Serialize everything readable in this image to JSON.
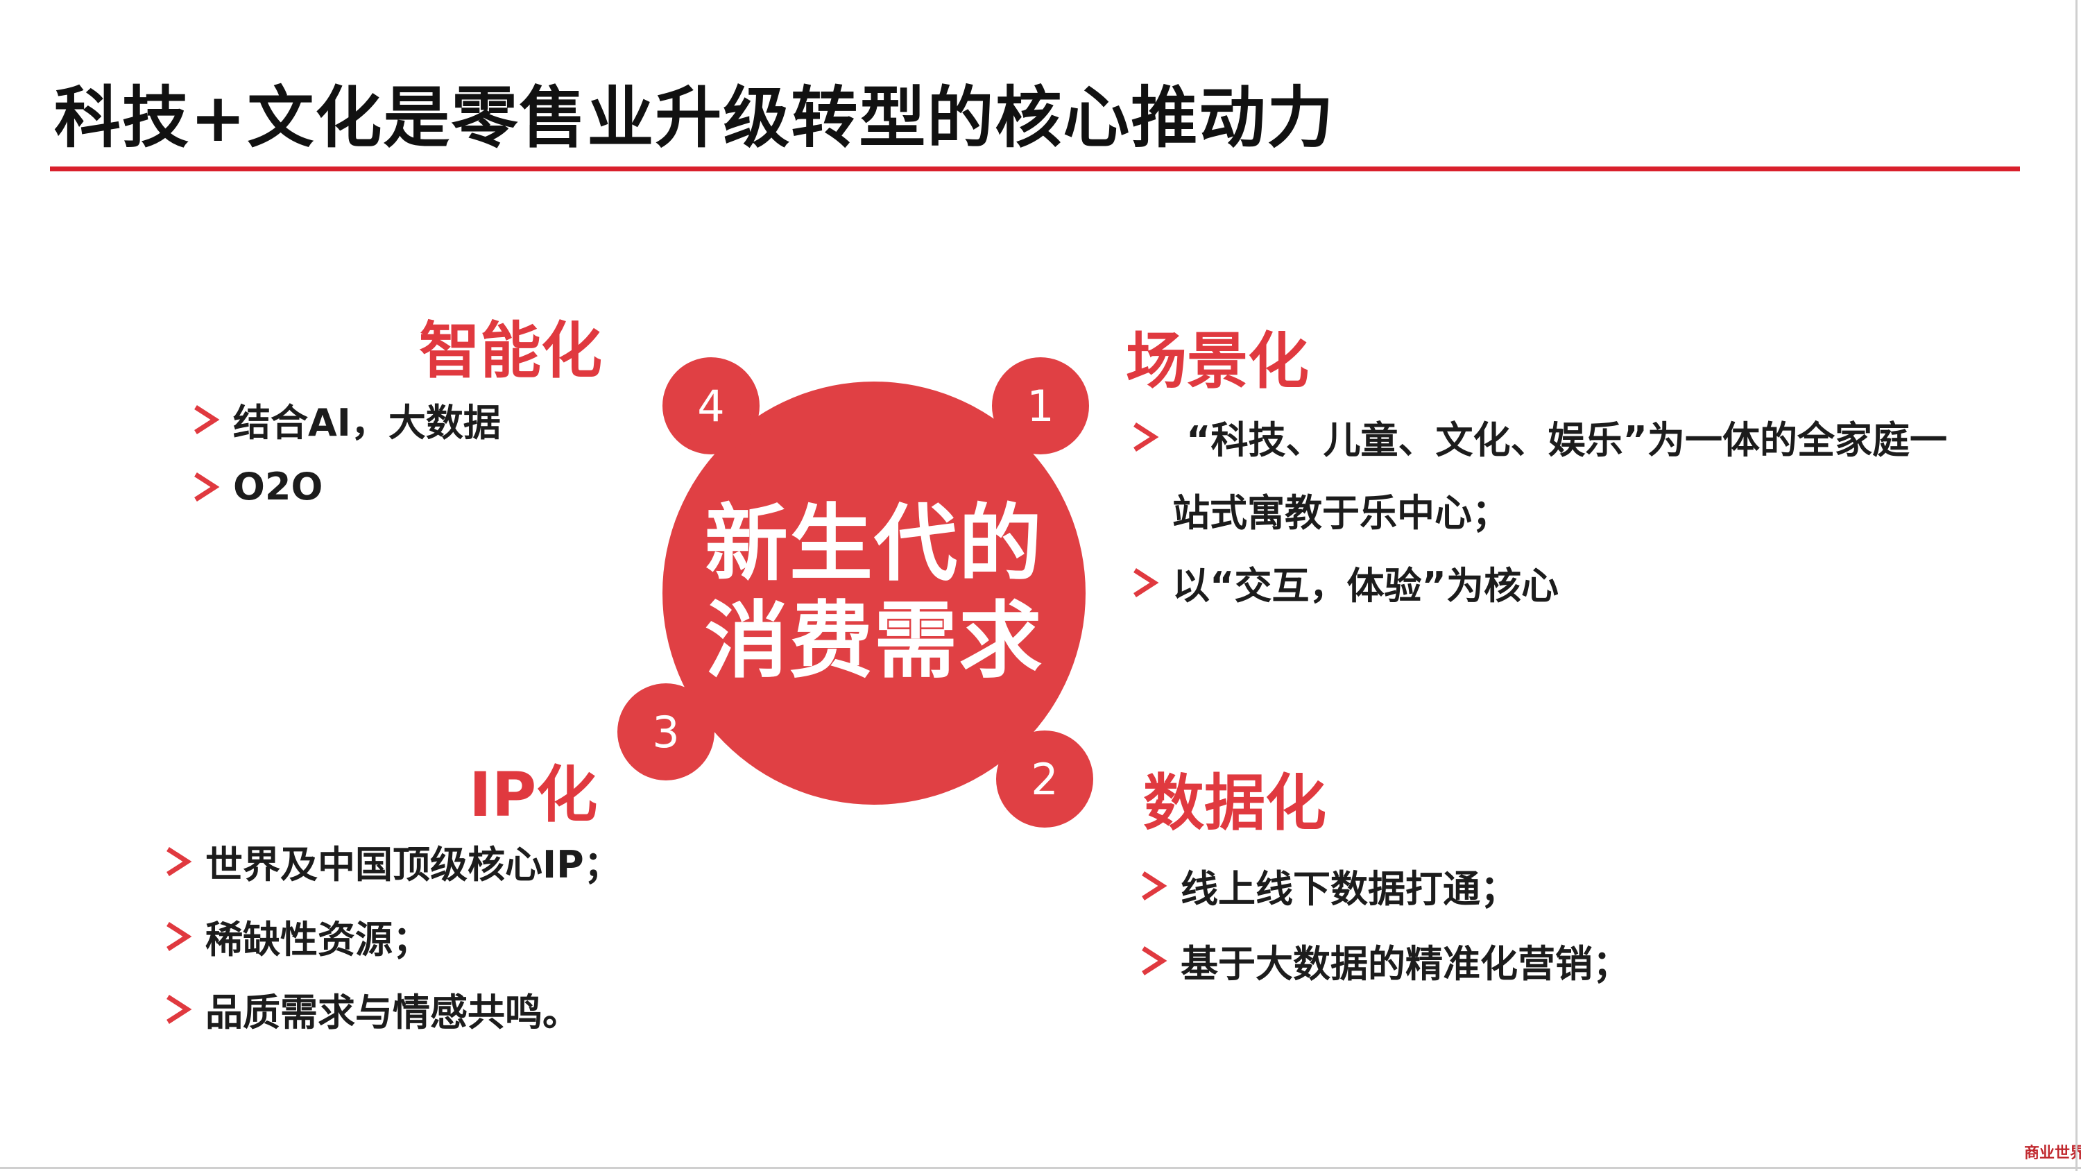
{
  "title": "科技+文化是零售业升级转型的核心推动力",
  "colors": {
    "accent": "#e04044",
    "rule": "#d9202c",
    "heading": "#e0393f"
  },
  "center": {
    "line1": "新生代的",
    "line2": "消费需求"
  },
  "numbers": {
    "n1": "1",
    "n2": "2",
    "n3": "3",
    "n4": "4"
  },
  "sections": {
    "intelligent": {
      "heading": "智能化",
      "items": [
        "结合AI，大数据",
        "O2O"
      ]
    },
    "scenario": {
      "heading": "场景化",
      "items": [
        "“科技、儿童、文化、娱乐”为一体的全家庭一",
        "站式寓教于乐中心；",
        "以“交互，体验”为核心"
      ]
    },
    "ip": {
      "heading": "IP化",
      "items": [
        "世界及中国顶级核心IP；",
        "稀缺性资源；",
        "品质需求与情感共鸣。"
      ]
    },
    "data": {
      "heading": "数据化",
      "items": [
        "线上线下数据打通；",
        "基于大数据的精准化营销；"
      ]
    }
  },
  "icons": {
    "bullet": "chevron-right-icon"
  },
  "logo": {
    "text": "商业世界"
  }
}
